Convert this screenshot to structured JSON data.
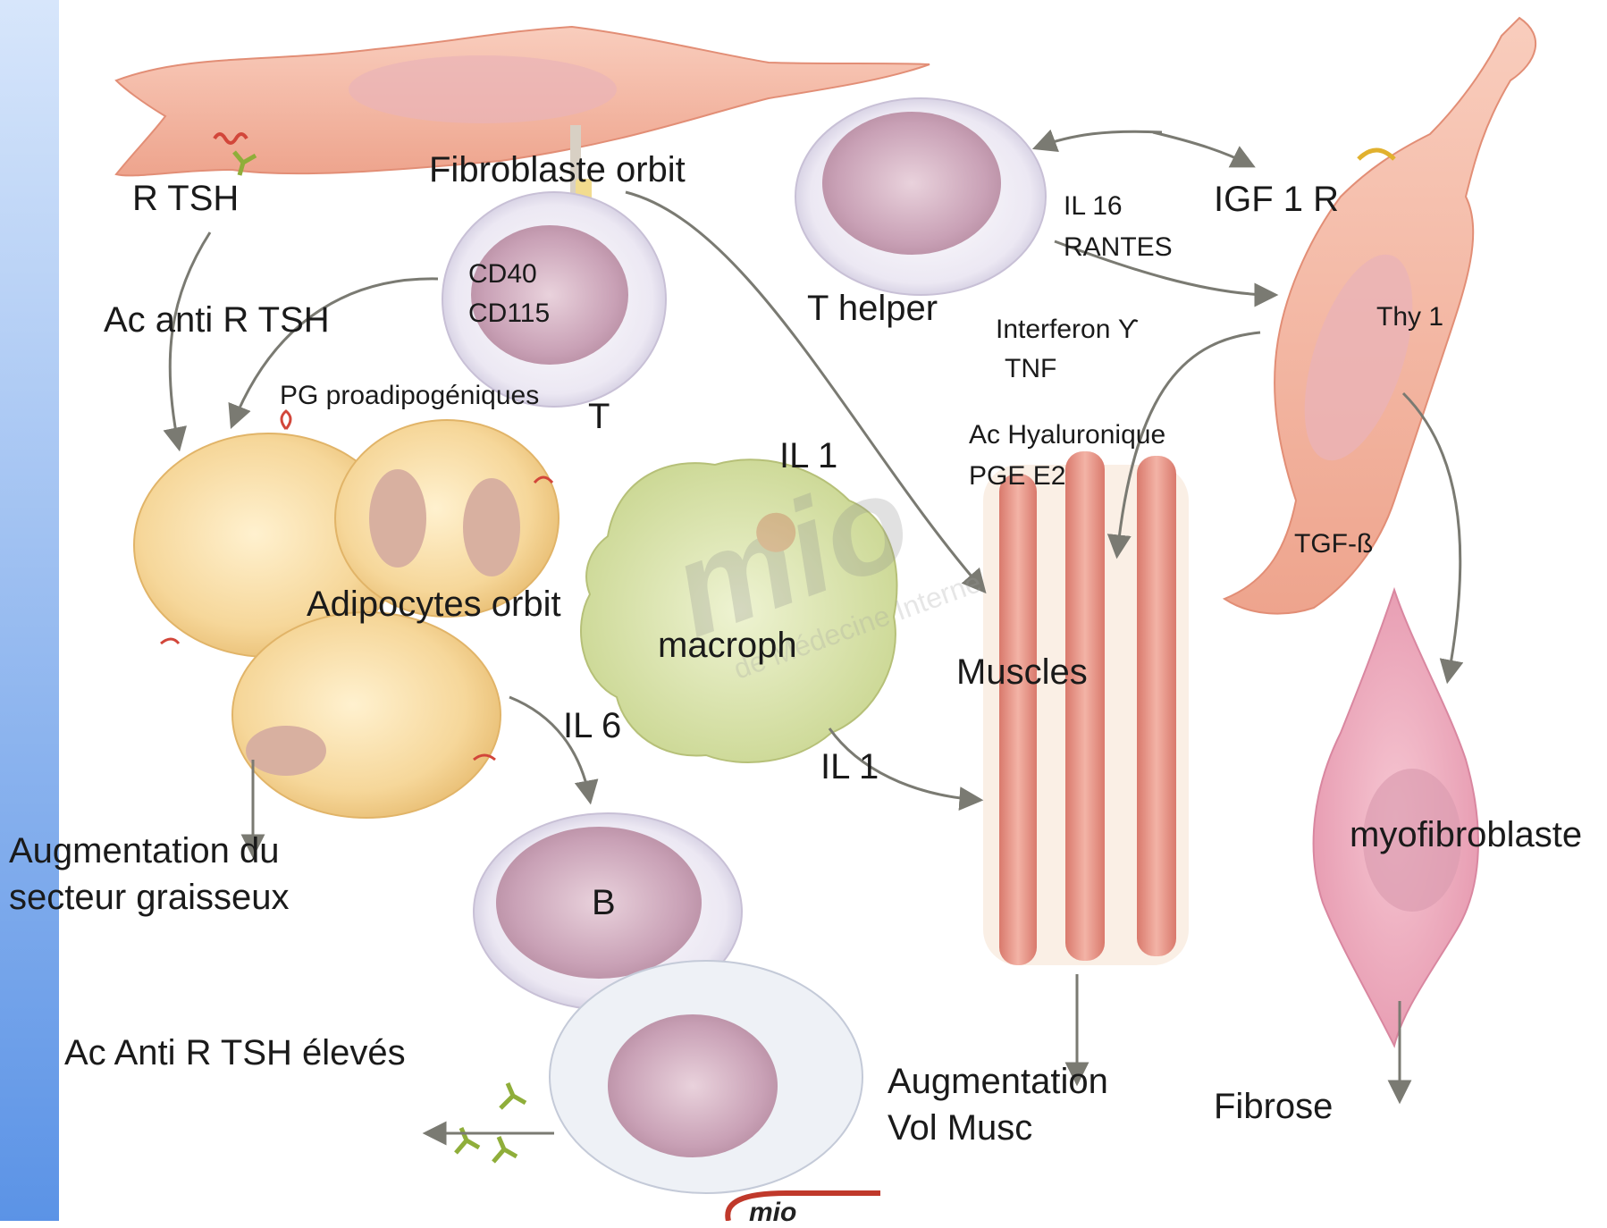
{
  "labels": {
    "r_tsh": "R TSH",
    "fibroblaste_orbit": "Fibroblaste orbit",
    "ac_anti_r_tsh": "Ac anti R TSH",
    "cd40": "CD40",
    "cd115": "CD115",
    "pg_proadipo": "PG proadipogéniques",
    "t_cell": "T",
    "t_helper": "T helper",
    "il16": "IL 16",
    "rantes": "RANTES",
    "igf1r": "IGF 1 R",
    "interferon": "Interferon ϒ",
    "tnf": "TNF",
    "thy1": "Thy 1",
    "il1_top": "IL 1",
    "ac_hyaluronique": "Ac Hyaluronique",
    "pge2": "PGE E2",
    "adipocytes_orbit": "Adipocytes orbit",
    "macroph": "macroph",
    "muscles": "Muscles",
    "tgf_beta": "TGF-ß",
    "il6": "IL 6",
    "il1_bottom": "IL 1",
    "myofibroblaste": "myofibroblaste",
    "augmentation_graisseux": "Augmentation du\nsecteur graisseux",
    "b_cell": "B",
    "ac_anti_eleves": "Ac Anti R TSH élevés",
    "augmentation_vol": "Augmentation\nVol Musc",
    "fibrose": "Fibrose"
  },
  "logo": {
    "watermark_main": "mio",
    "watermark_sub": "de Médecine Interne",
    "bottom": "mio"
  },
  "colors": {
    "side_bar_top": "#cfe0fa",
    "side_bar_bottom": "#5b93e6",
    "fibroblast": "#f3b9a3",
    "lymphocyte": "#d9b9c8",
    "adipocyte": "#f6d79a",
    "macrophage": "#d9e3a8",
    "muscle": "#e89a8a",
    "myofibroblast": "#f1aebf",
    "arrow": "#7a7a72",
    "watermark": "#c0392b"
  }
}
